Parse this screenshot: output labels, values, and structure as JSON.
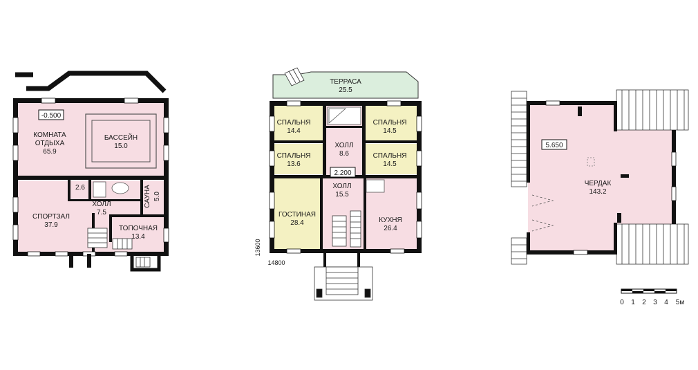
{
  "colors": {
    "room_pink": "#f7dde3",
    "room_yellow": "#f4f1c2",
    "terrace_green": "#dbeedd",
    "wall": "#111111"
  },
  "basement": {
    "level": "-0.500",
    "rooms": {
      "rest": {
        "name": "КОМНАТА ОТДЫХА",
        "line1": "КОМНАТА",
        "line2": "ОТДЫХА",
        "area": "65.9"
      },
      "pool": {
        "name": "БАССЕЙН",
        "area": "15.0"
      },
      "gym": {
        "name": "СПОРТЗАЛ",
        "area": "37.9"
      },
      "hall": {
        "name": "ХОЛЛ",
        "area": "7.5"
      },
      "bath": {
        "area": "2.6"
      },
      "sauna": {
        "name": "САУНА",
        "area": "5.0"
      },
      "boiler": {
        "name": "ТОПОЧНАЯ",
        "area": "13.4"
      }
    }
  },
  "ground": {
    "level": "2.200",
    "width_dim": "14800",
    "depth_dim": "13600",
    "rooms": {
      "terrace": {
        "name": "ТЕРРАСА",
        "area": "25.5"
      },
      "bed1": {
        "name": "СПАЛЬНЯ",
        "area": "14.4"
      },
      "bed2": {
        "name": "СПАЛЬНЯ",
        "area": "14.5"
      },
      "bed3": {
        "name": "СПАЛЬНЯ",
        "area": "13.6"
      },
      "bed4": {
        "name": "СПАЛЬНЯ",
        "area": "14.5"
      },
      "hall_small": {
        "name": "ХОЛЛ",
        "area": "8.6"
      },
      "hall": {
        "name": "ХОЛЛ",
        "area": "15.5"
      },
      "living": {
        "name": "ГОСТИНАЯ",
        "area": "28.4"
      },
      "kitchen": {
        "name": "КУХНЯ",
        "area": "26.4"
      }
    }
  },
  "attic": {
    "level": "5.650",
    "rooms": {
      "attic": {
        "name": "ЧЕРДАК",
        "area": "143.2"
      }
    }
  },
  "scale": {
    "labels": [
      "0",
      "1",
      "2",
      "3",
      "4",
      "5м"
    ]
  }
}
